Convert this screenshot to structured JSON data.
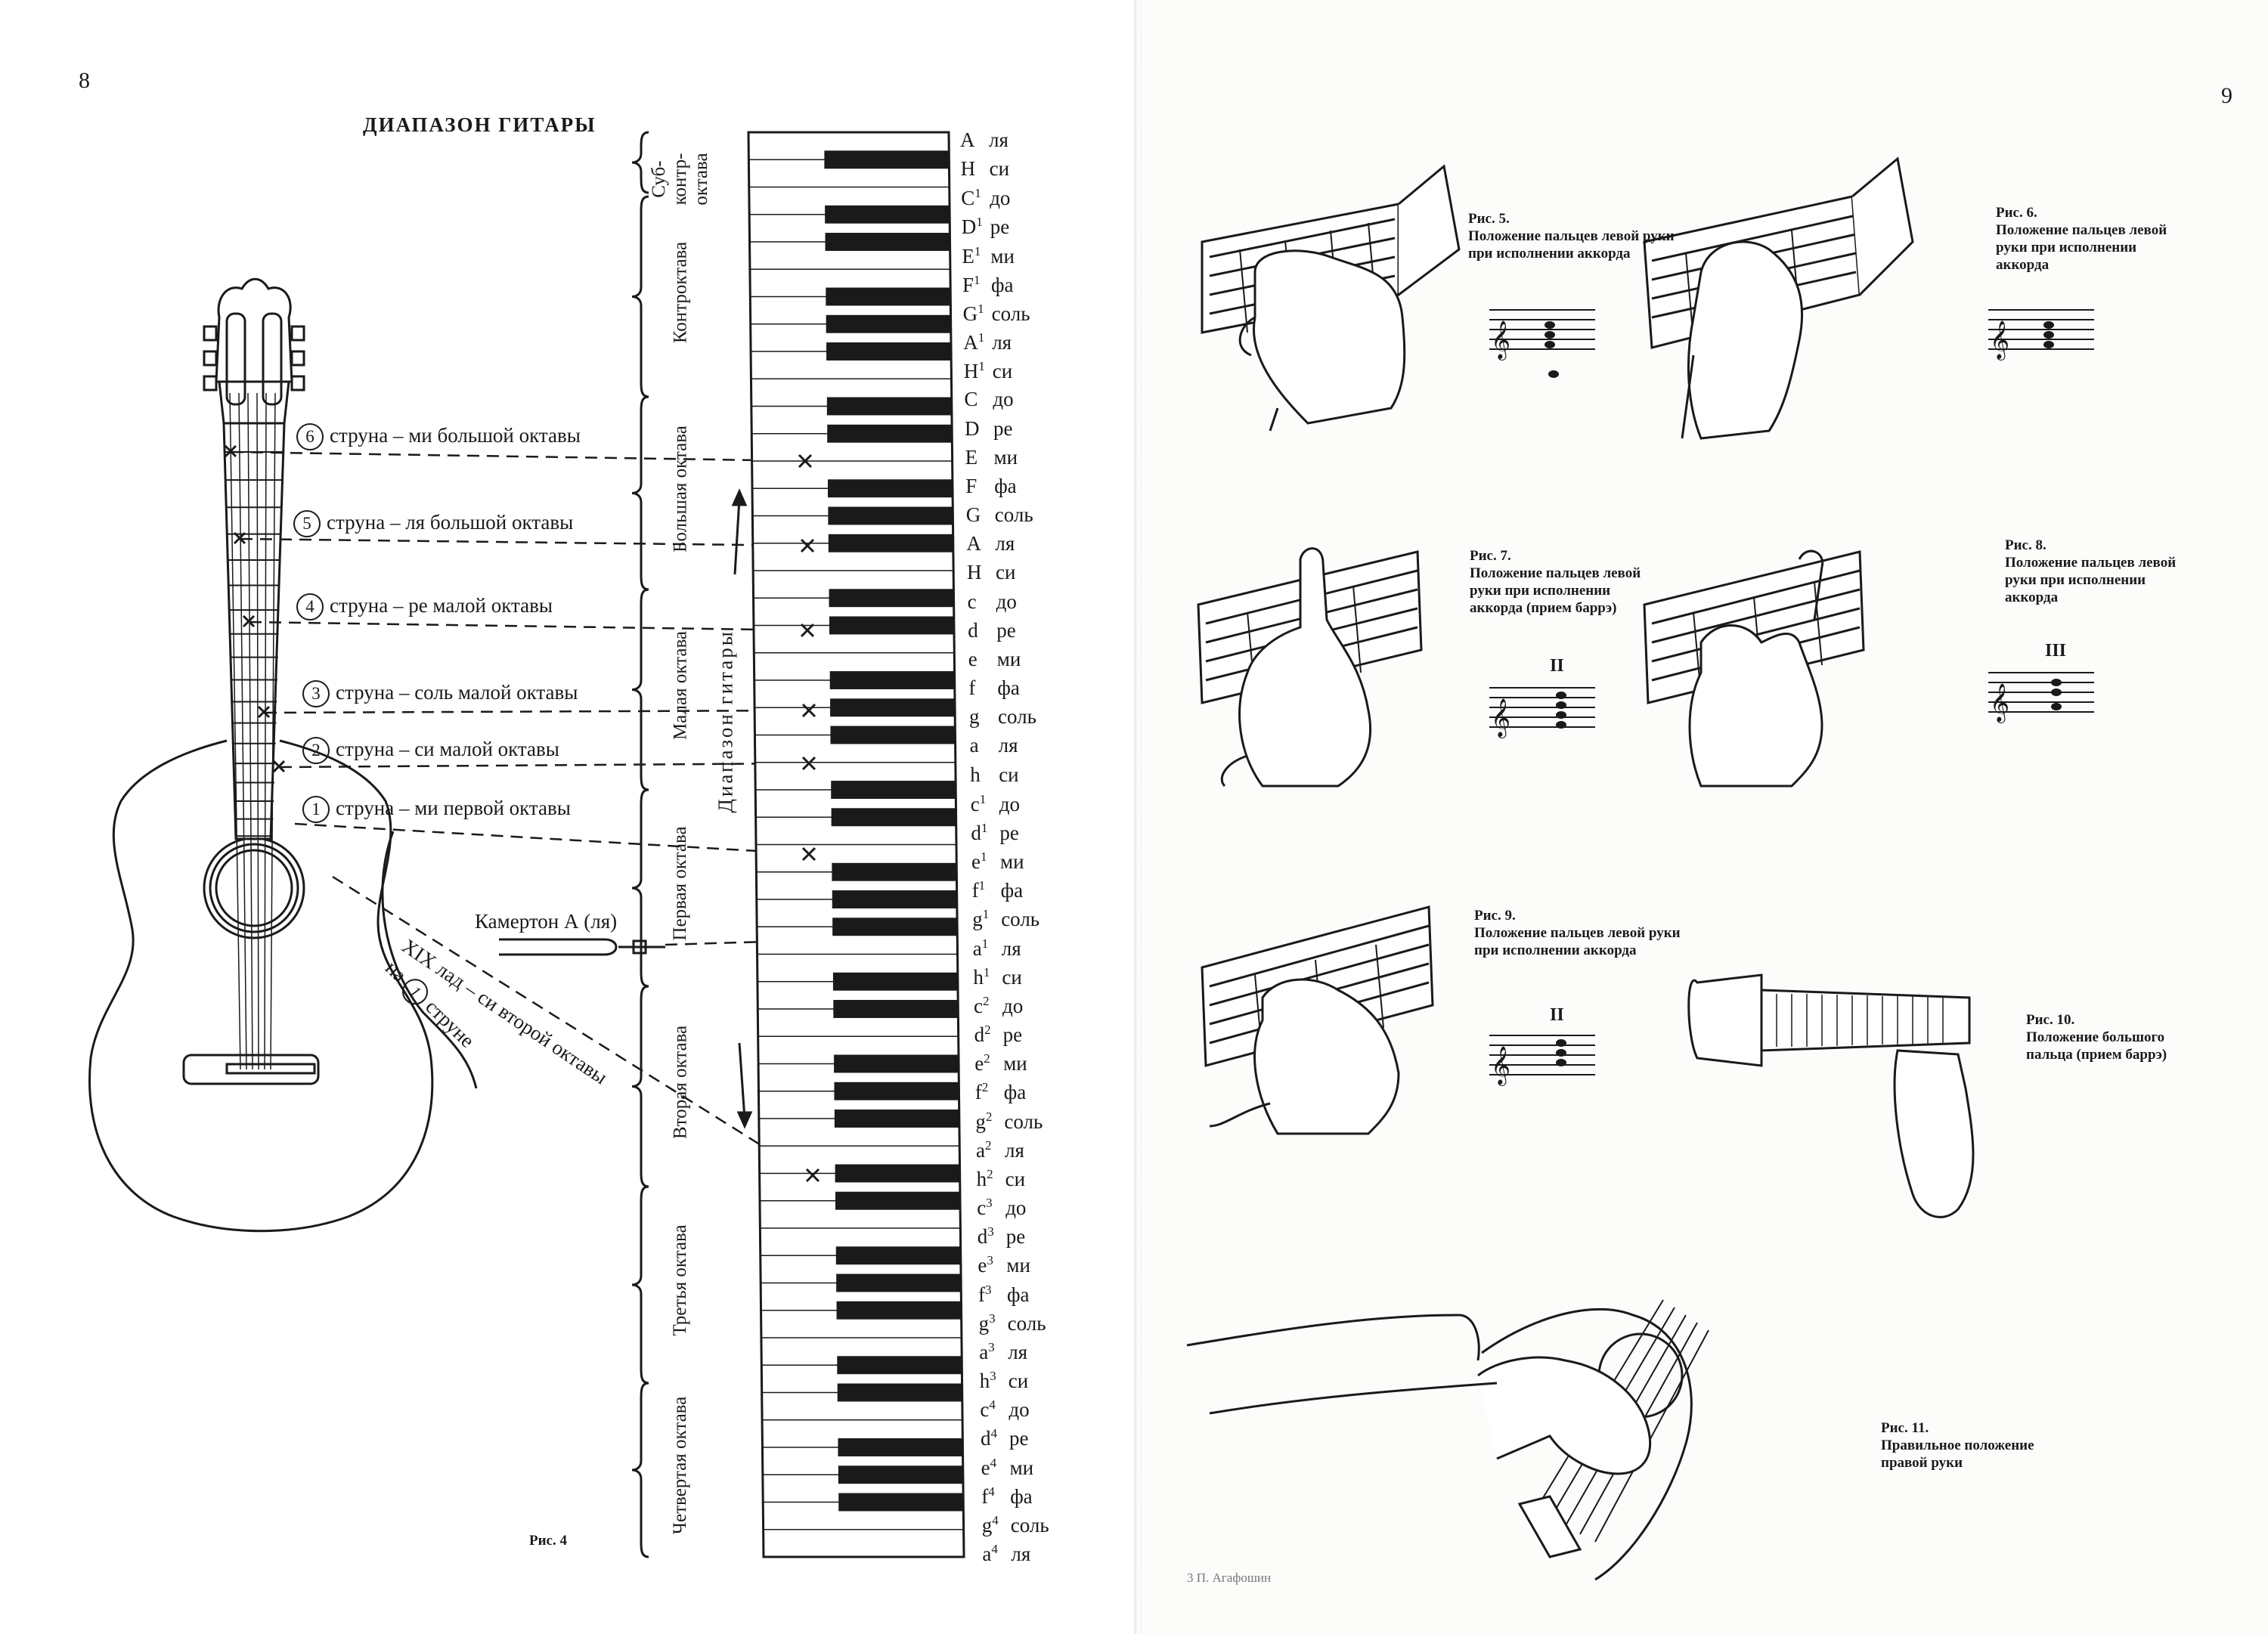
{
  "left_page": {
    "page_number": "8",
    "title": "ДИАПАЗОН ГИТАРЫ",
    "strings": [
      {
        "num": "6",
        "text": "струна – ми большой октавы"
      },
      {
        "num": "5",
        "text": "струна – ля большой октавы"
      },
      {
        "num": "4",
        "text": "струна – ре малой октавы"
      },
      {
        "num": "3",
        "text": "струна – соль малой октавы"
      },
      {
        "num": "2",
        "text": "струна – си малой октавы"
      },
      {
        "num": "1",
        "text": "струна – ми первой октавы"
      }
    ],
    "tuning_fork": "Камертон А (ля)",
    "fret_line1": "XIX лад – си второй октавы",
    "fret_line2_pre": "на",
    "fret_line2_num": "1",
    "fret_line2_post": "струне",
    "range_label": "Диапазон гитары",
    "octaves": [
      "Суб- контр- октава",
      "Контроктава",
      "Большая октава",
      "Малая октава",
      "Первая октава",
      "Вторая октава",
      "Третья октава",
      "Четвертая октава"
    ],
    "notes": [
      {
        "l": "A",
        "s": "",
        "n": "ля"
      },
      {
        "l": "H",
        "s": "",
        "n": "си"
      },
      {
        "l": "C",
        "s": "1",
        "n": "до"
      },
      {
        "l": "D",
        "s": "1",
        "n": "ре"
      },
      {
        "l": "E",
        "s": "1",
        "n": "ми"
      },
      {
        "l": "F",
        "s": "1",
        "n": "фа"
      },
      {
        "l": "G",
        "s": "1",
        "n": "соль"
      },
      {
        "l": "A",
        "s": "1",
        "n": "ля"
      },
      {
        "l": "H",
        "s": "1",
        "n": "си"
      },
      {
        "l": "C",
        "s": "",
        "n": "до"
      },
      {
        "l": "D",
        "s": "",
        "n": "ре"
      },
      {
        "l": "E",
        "s": "",
        "n": "ми"
      },
      {
        "l": "F",
        "s": "",
        "n": "фа"
      },
      {
        "l": "G",
        "s": "",
        "n": "соль"
      },
      {
        "l": "A",
        "s": "",
        "n": "ля"
      },
      {
        "l": "H",
        "s": "",
        "n": "си"
      },
      {
        "l": "c",
        "s": "",
        "n": "до"
      },
      {
        "l": "d",
        "s": "",
        "n": "ре"
      },
      {
        "l": "e",
        "s": "",
        "n": "ми"
      },
      {
        "l": "f",
        "s": "",
        "n": "фа"
      },
      {
        "l": "g",
        "s": "",
        "n": "соль"
      },
      {
        "l": "a",
        "s": "",
        "n": "ля"
      },
      {
        "l": "h",
        "s": "",
        "n": "си"
      },
      {
        "l": "c",
        "s": "1",
        "n": "до"
      },
      {
        "l": "d",
        "s": "1",
        "n": "ре"
      },
      {
        "l": "e",
        "s": "1",
        "n": "ми"
      },
      {
        "l": "f",
        "s": "1",
        "n": "фа"
      },
      {
        "l": "g",
        "s": "1",
        "n": "соль"
      },
      {
        "l": "a",
        "s": "1",
        "n": "ля"
      },
      {
        "l": "h",
        "s": "1",
        "n": "си"
      },
      {
        "l": "c",
        "s": "2",
        "n": "до"
      },
      {
        "l": "d",
        "s": "2",
        "n": "ре"
      },
      {
        "l": "e",
        "s": "2",
        "n": "ми"
      },
      {
        "l": "f",
        "s": "2",
        "n": "фа"
      },
      {
        "l": "g",
        "s": "2",
        "n": "соль"
      },
      {
        "l": "a",
        "s": "2",
        "n": "ля"
      },
      {
        "l": "h",
        "s": "2",
        "n": "си"
      },
      {
        "l": "c",
        "s": "3",
        "n": "до"
      },
      {
        "l": "d",
        "s": "3",
        "n": "ре"
      },
      {
        "l": "e",
        "s": "3",
        "n": "ми"
      },
      {
        "l": "f",
        "s": "3",
        "n": "фа"
      },
      {
        "l": "g",
        "s": "3",
        "n": "соль"
      },
      {
        "l": "a",
        "s": "3",
        "n": "ля"
      },
      {
        "l": "h",
        "s": "3",
        "n": "си"
      },
      {
        "l": "c",
        "s": "4",
        "n": "до"
      },
      {
        "l": "d",
        "s": "4",
        "n": "ре"
      },
      {
        "l": "e",
        "s": "4",
        "n": "ми"
      },
      {
        "l": "f",
        "s": "4",
        "n": "фа"
      },
      {
        "l": "g",
        "s": "4",
        "n": "соль"
      },
      {
        "l": "a",
        "s": "4",
        "n": "ля"
      }
    ],
    "figure_caption": "Рис. 4"
  },
  "right_page": {
    "page_number": "9",
    "figures": [
      {
        "id": "fig5",
        "title": "Рис. 5.",
        "text": "Положение пальцев левой руки при исполнении аккорда"
      },
      {
        "id": "fig6",
        "title": "Рис. 6.",
        "text": "Положение пальцев левой руки при исполнении аккорда"
      },
      {
        "id": "fig7",
        "title": "Рис. 7.",
        "text": "Положение пальцев левой руки при исполнении аккорда (прием баррэ)"
      },
      {
        "id": "fig8",
        "title": "Рис. 8.",
        "text": "Положение пальцев левой руки при исполнении аккорда"
      },
      {
        "id": "fig9",
        "title": "Рис. 9.",
        "text": "Положение пальцев левой руки при исполнении аккорда"
      },
      {
        "id": "fig10",
        "title": "Рис. 10.",
        "text": "Положение большого пальца (прием баррэ)"
      },
      {
        "id": "fig11",
        "title": "Рис. 11.",
        "text": "Правильное положение правой руки"
      }
    ],
    "barre_fig7": "II",
    "barre_fig8": "III",
    "barre_fig9": "II",
    "footer": "3 П. Агафошин"
  },
  "colors": {
    "ink": "#1a1a1a",
    "paper": "#ffffff"
  }
}
